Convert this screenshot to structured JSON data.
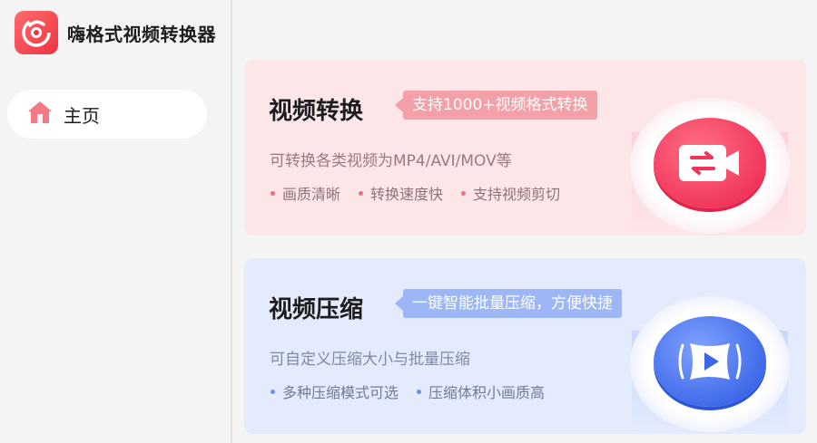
{
  "app": {
    "title": "嗨格式视频转换器"
  },
  "sidebar": {
    "items": [
      {
        "label": "主页",
        "icon": "home-icon"
      }
    ]
  },
  "cards": [
    {
      "title": "视频转换",
      "tag": "支持1000+视频格式转换",
      "description": "可转换各类视频为MP4/AVI/MOV等",
      "features": [
        "画质清晰",
        "转换速度快",
        "支持视频剪切"
      ],
      "icon": "video-convert-icon",
      "accent": "#f0345a"
    },
    {
      "title": "视频压缩",
      "tag": "一键智能批量压缩，方便快捷",
      "description": "可自定义压缩大小与批量压缩",
      "features": [
        "多种压缩模式可选",
        "压缩体积小画质高"
      ],
      "icon": "video-compress-icon",
      "accent": "#3d67e8"
    }
  ],
  "colors": {
    "brand": "#ee3344",
    "convert_bg": "#fde6e8",
    "compress_bg": "#e3ebfc"
  }
}
